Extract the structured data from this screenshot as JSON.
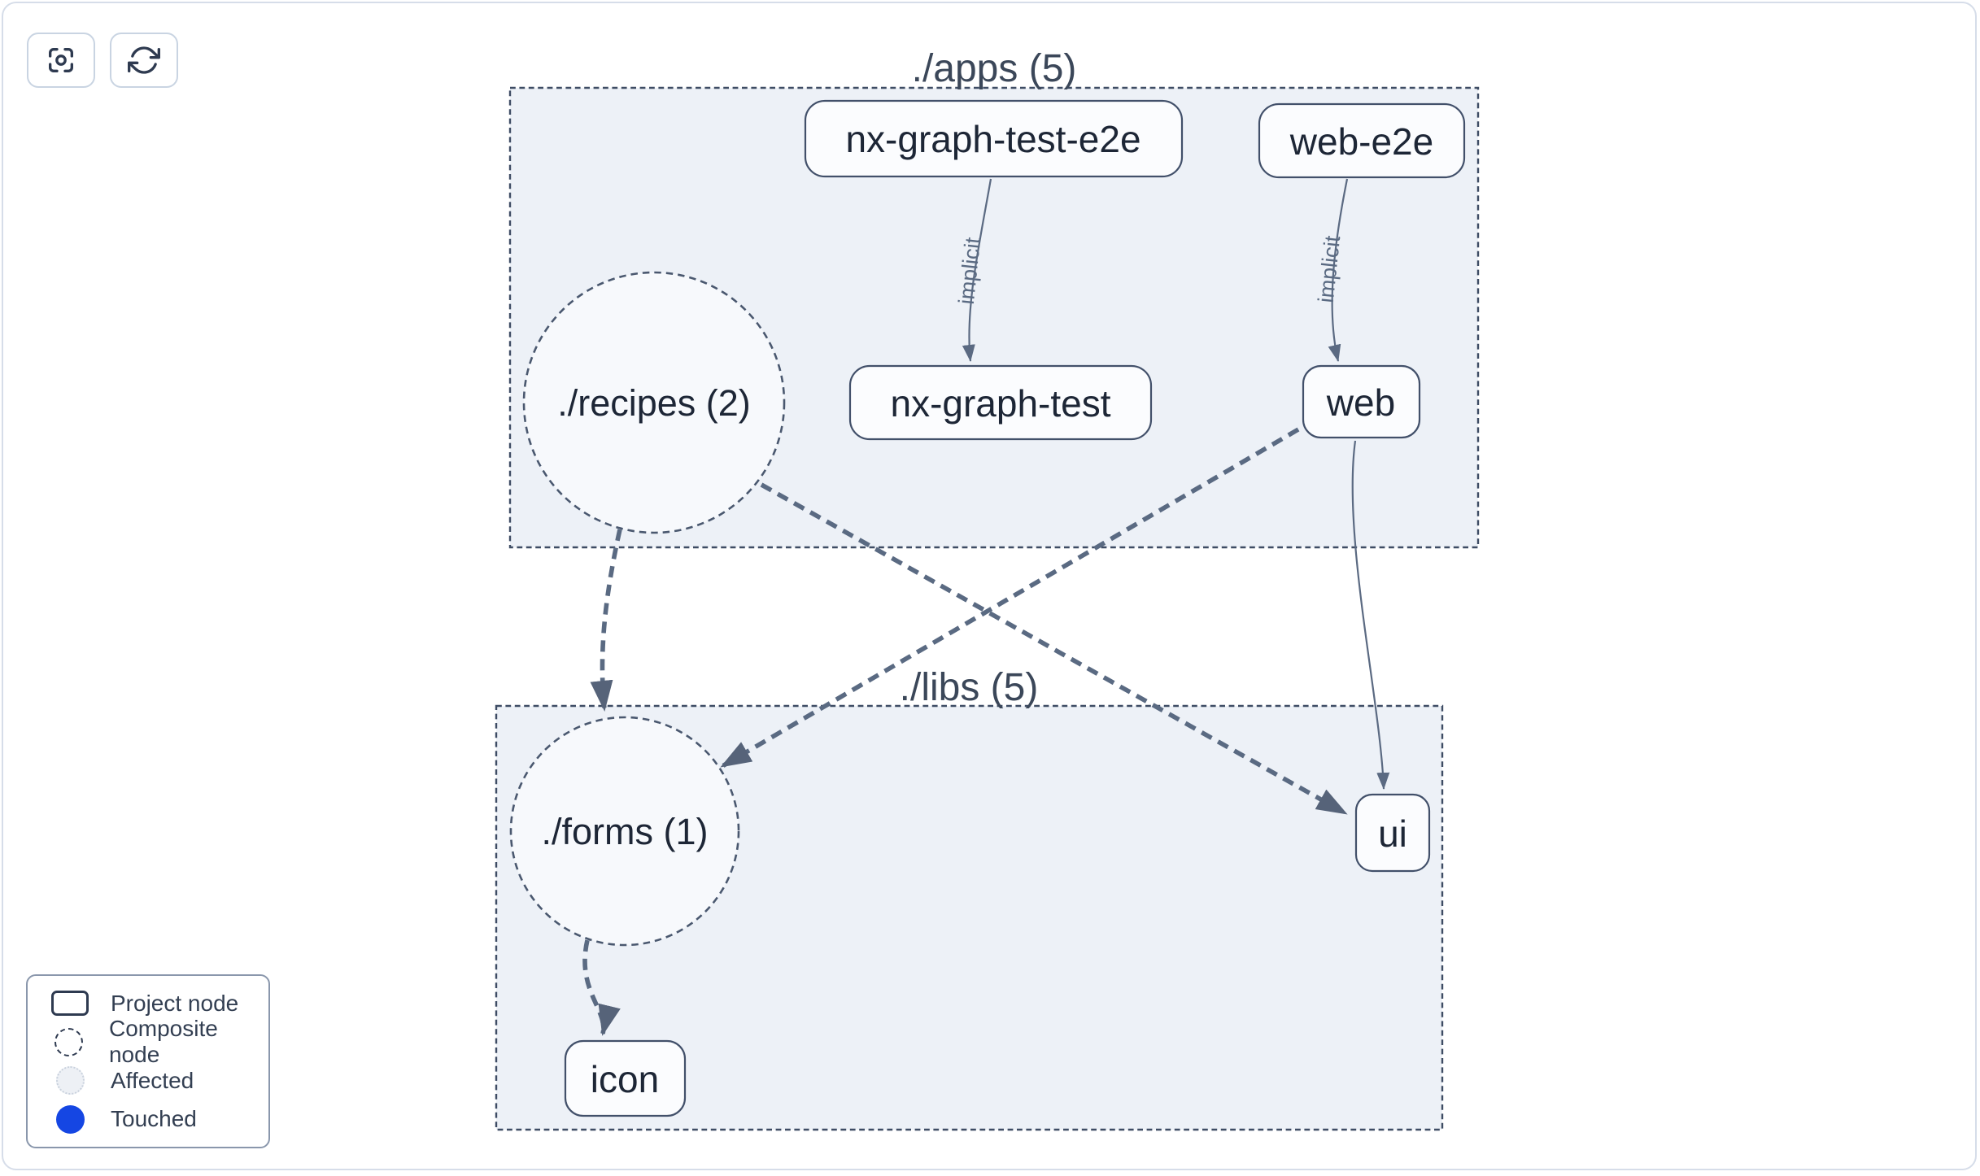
{
  "toolbar": {
    "buttons": [
      {
        "name": "center-graph",
        "icon": "focus-center-icon"
      },
      {
        "name": "refresh-graph",
        "icon": "refresh-icon"
      }
    ]
  },
  "graph": {
    "groups": [
      {
        "id": "apps",
        "label": "./apps (5)"
      },
      {
        "id": "libs",
        "label": "./libs (5)"
      }
    ],
    "nodes": [
      {
        "id": "nx-graph-test-e2e",
        "label": "nx-graph-test-e2e",
        "type": "project",
        "group": "apps"
      },
      {
        "id": "web-e2e",
        "label": "web-e2e",
        "type": "project",
        "group": "apps"
      },
      {
        "id": "recipes",
        "label": "./recipes (2)",
        "type": "composite",
        "group": "apps"
      },
      {
        "id": "nx-graph-test",
        "label": "nx-graph-test",
        "type": "project",
        "group": "apps"
      },
      {
        "id": "web",
        "label": "web",
        "type": "project",
        "group": "apps"
      },
      {
        "id": "forms",
        "label": "./forms (1)",
        "type": "composite",
        "group": "libs"
      },
      {
        "id": "ui",
        "label": "ui",
        "type": "project",
        "group": "libs"
      },
      {
        "id": "icon",
        "label": "icon",
        "type": "project",
        "group": "libs"
      }
    ],
    "edges": [
      {
        "from": "nx-graph-test-e2e",
        "to": "nx-graph-test",
        "label": "implicit",
        "style": "solid"
      },
      {
        "from": "web-e2e",
        "to": "web",
        "label": "implicit",
        "style": "solid"
      },
      {
        "from": "web",
        "to": "ui",
        "label": "",
        "style": "solid"
      },
      {
        "from": "recipes",
        "to": "forms",
        "label": "",
        "style": "dashed"
      },
      {
        "from": "recipes",
        "to": "ui",
        "label": "",
        "style": "dashed"
      },
      {
        "from": "web",
        "to": "forms",
        "label": "",
        "style": "dashed"
      },
      {
        "from": "forms",
        "to": "icon",
        "label": "",
        "style": "dashed"
      }
    ]
  },
  "legend": {
    "items": [
      {
        "label": "Project node",
        "type": "project"
      },
      {
        "label": "Composite node",
        "type": "composite"
      },
      {
        "label": "Affected",
        "type": "affected"
      },
      {
        "label": "Touched",
        "type": "touched"
      }
    ]
  },
  "colors": {
    "touched_blue": "#1546e3",
    "container_fill": "#edf1f7",
    "container_stroke": "#3e4c64",
    "edge_slate": "#5a6a82",
    "node_border": "#42506a",
    "node_fill": "#fbfcfe",
    "text_dark": "#1d2636",
    "frame_border": "#d6dde9"
  }
}
